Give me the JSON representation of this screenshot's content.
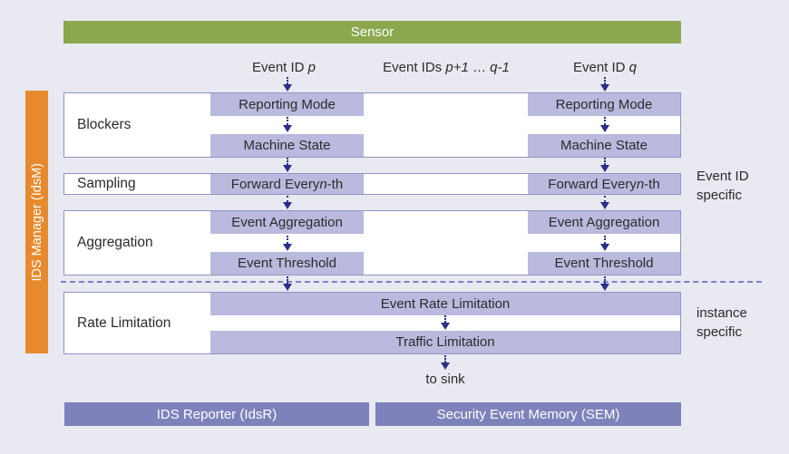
{
  "sensor": {
    "label": "Sensor"
  },
  "manager": {
    "label": "IDS Manager (IdsM)"
  },
  "event_labels": {
    "p": {
      "text": "Event ID ",
      "italic": "p"
    },
    "range": {
      "text": "Event IDs ",
      "italic1": "p+1",
      "sep": " … ",
      "italic2": "q-1"
    },
    "q": {
      "text": "Event ID ",
      "italic": "q"
    }
  },
  "rows": {
    "blockers": {
      "label": "Blockers",
      "top_bar": "Reporting Mode",
      "bottom_bar": "Machine State"
    },
    "sampling": {
      "label": "Sampling",
      "bar_text": "Forward Every ",
      "bar_italic": "n",
      "bar_suffix": "-th"
    },
    "aggregation": {
      "label": "Aggregation",
      "top_bar": "Event Aggregation",
      "bottom_bar": "Event Threshold"
    },
    "rate_limitation": {
      "label": "Rate Limitation",
      "top_bar": "Event Rate Limitation",
      "bottom_bar": "Traffic Limitation"
    }
  },
  "annotations": {
    "event_id_specific": {
      "line1": "Event ID",
      "line2": "specific"
    },
    "instance_specific": {
      "line1": "instance",
      "line2": "specific"
    },
    "sink": "to sink"
  },
  "footer": {
    "reporter": "IDS Reporter (IdsR)",
    "sem": "Security Event Memory (SEM)"
  },
  "colors": {
    "background": "#e8e9f1",
    "sensor_green": "#8ca84e",
    "manager_orange": "#e78a2e",
    "module_fill": "#b9bade",
    "module_border": "#9093c5",
    "footer_purple": "#7e82bb",
    "arrow_navy": "#2b2e87",
    "dashed_divider": "#7b80c8",
    "text_dark": "#2b2b2b"
  },
  "icons": {
    "arrow_down": "arrow-down-icon"
  }
}
